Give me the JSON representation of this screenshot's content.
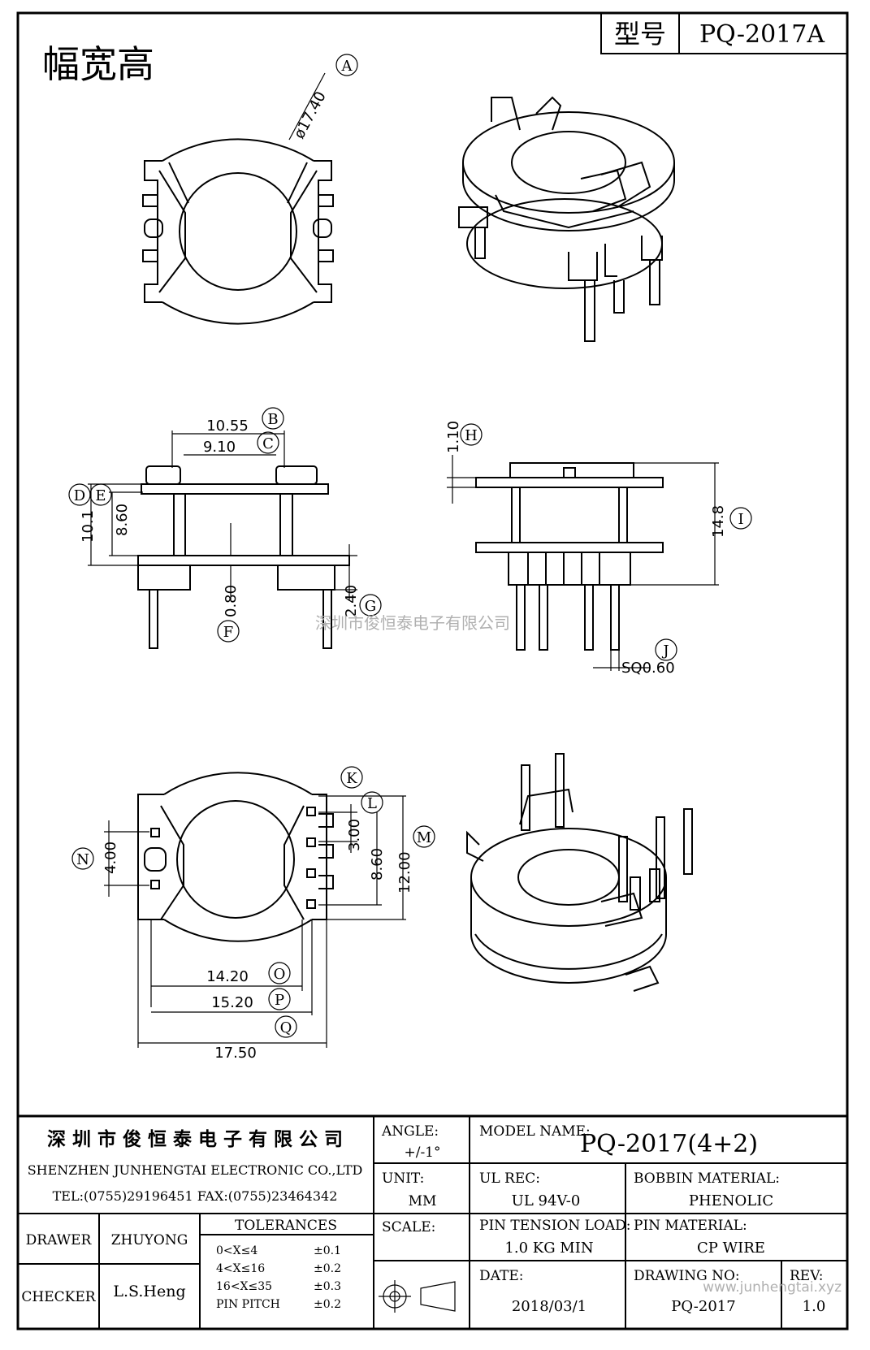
{
  "header": {
    "model_label": "型号",
    "model_value": "PQ-2017A",
    "view_title": "幅宽高"
  },
  "dimensions": {
    "A": {
      "tag": "A",
      "value": "ø17.40"
    },
    "B": {
      "tag": "B",
      "value": "10.55"
    },
    "C": {
      "tag": "C",
      "value": "9.10"
    },
    "D": {
      "tag": "D",
      "value": ""
    },
    "E": {
      "tag": "E",
      "value": "8.60"
    },
    "D_val": {
      "value": "10.1"
    },
    "F": {
      "tag": "F",
      "value": "0.80"
    },
    "G": {
      "tag": "G",
      "value": "2.40"
    },
    "H": {
      "tag": "H",
      "value": "1.10"
    },
    "I": {
      "tag": "I",
      "value": "14.8"
    },
    "J": {
      "tag": "J",
      "value": "SQ0.60"
    },
    "K": {
      "tag": "K",
      "value": ""
    },
    "L": {
      "tag": "L",
      "value": "3.00"
    },
    "M": {
      "tag": "M",
      "value": "12.00"
    },
    "L2": {
      "value": "8.60"
    },
    "N": {
      "tag": "N",
      "value": "4.00"
    },
    "O": {
      "tag": "O",
      "value": "14.20"
    },
    "P": {
      "tag": "P",
      "value": "15.20"
    },
    "Q": {
      "tag": "Q",
      "value": "17.50"
    }
  },
  "watermark_center": "深圳市俊恒泰电子有限公司",
  "watermark_corner": "www.junhengtai.xyz",
  "title_block": {
    "company_cn": "深 圳 市 俊 恒 泰 电 子 有 限 公 司",
    "company_en": "SHENZHEN  JUNHENGTAI  ELECTRONIC  CO.,LTD",
    "contact": "TEL:(0755)29196451  FAX:(0755)23464342",
    "angle_label": "ANGLE:",
    "angle_value": "+/-1°",
    "model_name_label": "MODEL NAME:",
    "model_name_value": "PQ-2017(4+2)",
    "unit_label": "UNIT:",
    "unit_value": "MM",
    "ul_rec_label": "UL REC:",
    "ul_rec_value": "UL 94V-0",
    "bobbin_material_label": "BOBBIN MATERIAL:",
    "bobbin_material_value": "PHENOLIC",
    "drawer_label": "DRAWER",
    "drawer_value": "ZHUYONG",
    "checker_label": "CHECKER",
    "checker_value": "L.S.Heng",
    "tolerances_label": "TOLERANCES",
    "tolerances": [
      {
        "range": "0<X≤4",
        "tol": "±0.1"
      },
      {
        "range": "4<X≤16",
        "tol": "±0.2"
      },
      {
        "range": "16<X≤35",
        "tol": "±0.3"
      },
      {
        "range": "PIN PITCH",
        "tol": "±0.2"
      }
    ],
    "scale_label": "SCALE:",
    "pin_tension_label": "PIN TENSION LOAD:",
    "pin_tension_value": "1.0 KG MIN",
    "pin_material_label": "PIN MATERIAL:",
    "pin_material_value": "CP WIRE",
    "date_label": "DATE:",
    "date_value": "2018/03/1",
    "drawing_no_label": "DRAWING NO:",
    "drawing_no_value": "PQ-2017",
    "rev_label": "REV:",
    "rev_value": "1.0"
  }
}
